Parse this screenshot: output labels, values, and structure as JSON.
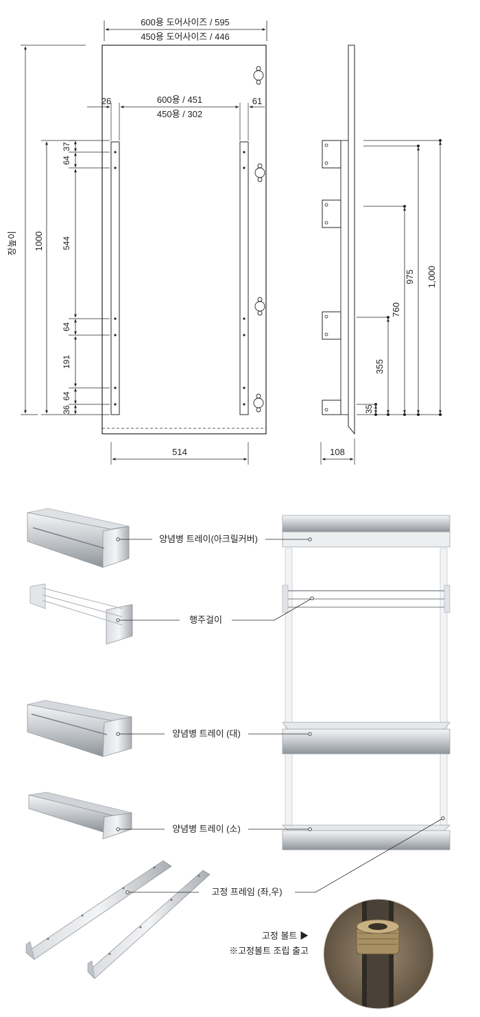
{
  "front": {
    "door_600": "600용 도어사이즈 / 595",
    "door_450": "450용 도어사이즈 / 446",
    "left_gap": "26",
    "inner_600": "600용 / 451",
    "inner_450": "450용 / 302",
    "right_gap": "61",
    "height_label": "장높이",
    "height_value": "1000",
    "seg_37": "37",
    "seg_64a": "64",
    "seg_544": "544",
    "seg_64b": "64",
    "seg_191": "191",
    "seg_64c": "64",
    "seg_36": "36",
    "bottom_width": "514"
  },
  "side": {
    "dim_1000": "1,000",
    "dim_975": "975",
    "dim_760": "760",
    "dim_355": "355",
    "dim_35": "35",
    "depth": "108"
  },
  "parts": {
    "tray_acrylic": "양념병 트레이(아크릴커버)",
    "towel_bar": "행주걸이",
    "tray_large": "양념병 트레이 (대)",
    "tray_small": "양념병 트레이 (소)",
    "frame": "고정 프레임 (좌,우)",
    "bolt": "고정 볼트 ▶",
    "bolt_note": "※고정볼트 조립 출고"
  },
  "colors": {
    "line": "#222222",
    "metal_light": "#e4e6e8",
    "metal_mid": "#b9bdc2",
    "metal_dark": "#8c9096",
    "bolt_bg": "#7a6a55"
  }
}
